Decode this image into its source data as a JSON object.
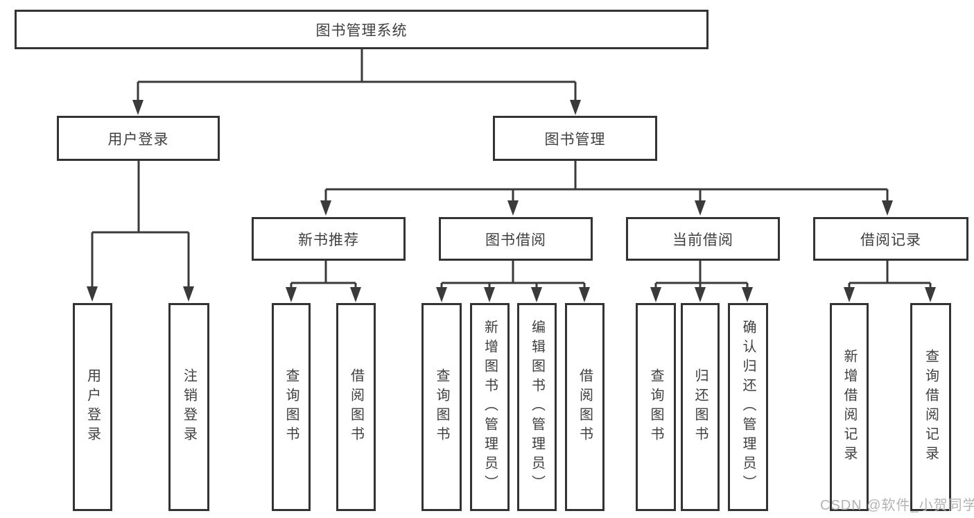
{
  "tree": {
    "root": {
      "label": "图书管理系统"
    },
    "children": [
      {
        "label": "用户登录",
        "children": [
          {
            "label": "用户登录"
          },
          {
            "label": "注销登录"
          }
        ]
      },
      {
        "label": "图书管理",
        "children": [
          {
            "label": "新书推荐",
            "children": [
              {
                "label": "查询图书"
              },
              {
                "label": "借阅图书"
              }
            ]
          },
          {
            "label": "图书借阅",
            "children": [
              {
                "label": "查询图书"
              },
              {
                "label": "新增图书（管理员）"
              },
              {
                "label": "编辑图书（管理员）"
              },
              {
                "label": "借阅图书"
              }
            ]
          },
          {
            "label": "当前借阅",
            "children": [
              {
                "label": "查询图书"
              },
              {
                "label": "归还图书"
              },
              {
                "label": "确认归还（管理员）"
              }
            ]
          },
          {
            "label": "借阅记录",
            "children": [
              {
                "label": "新增借阅记录"
              },
              {
                "label": "查询借阅记录"
              }
            ]
          }
        ]
      }
    ]
  },
  "watermark": {
    "text": "CSDN @软件_小贺同学"
  },
  "colors": {
    "line": "#3a3a3a",
    "box_border": "#333333",
    "text": "#3f3f3f",
    "watermark": "#b3b3b3",
    "background": "#ffffff"
  }
}
